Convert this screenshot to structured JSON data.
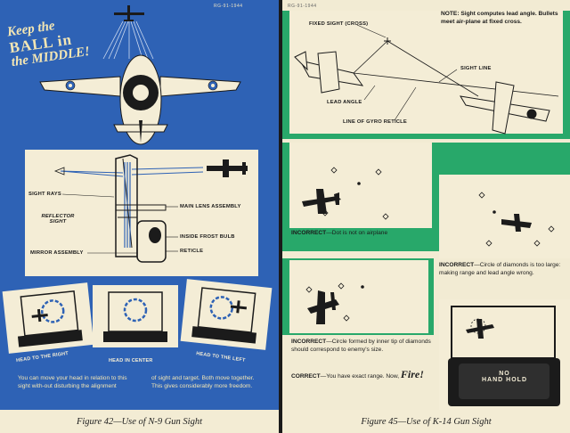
{
  "left_page": {
    "code": "RG-91-1944",
    "slogan": {
      "line1": "Keep the",
      "line2": "BALL in",
      "line3": "the MIDDLE!"
    },
    "diagram_labels": {
      "sight_rays": "SIGHT RAYS",
      "reflector_sight": "REFLECTOR SIGHT",
      "main_lens": "MAIN LENS ASSEMBLY",
      "mirror_assembly": "MIRROR ASSEMBLY",
      "frost_bulb": "INSIDE FROST BULB",
      "reticle": "RETICLE"
    },
    "panels": {
      "right": "HEAD TO THE RIGHT",
      "center": "HEAD IN CENTER",
      "left": "HEAD TO THE LEFT"
    },
    "text_col1": "You can move your head in relation to this sight with-out disturbing the alignment",
    "text_col2": "of sight and target. Both move together. This gives considerably more freedom.",
    "caption": "Figure 42—Use of N-9 Gun Sight"
  },
  "right_page": {
    "code": "RG-91-1944",
    "note": "NOTE: Sight computes lead angle. Bullets meet air-plane at fixed cross.",
    "labels": {
      "fixed_sight": "FIXED SIGHT (CROSS)",
      "sight_line": "SIGHT LINE",
      "lead_angle": "LEAD ANGLE",
      "gyro_reticle": "LINE OF GYRO RETICLE"
    },
    "incorrect1": {
      "title": "INCORRECT",
      "text": "—Dot is not on airplane"
    },
    "incorrect2": {
      "title": "INCORRECT",
      "text": "—Circle of diamonds is too large: making range and lead angle wrong."
    },
    "incorrect3": {
      "title": "INCORRECT",
      "text": "—Circle formed by inner tip of diamonds should correspond to enemy's size."
    },
    "correct": {
      "title": "CORRECT",
      "text": "—You have exact range. Now,",
      "fire": "Fire!"
    },
    "hand_hold": {
      "line1": "NO",
      "line2": "HAND HOLD"
    },
    "caption": "Figure 45—Use of K-14 Gun Sight"
  }
}
